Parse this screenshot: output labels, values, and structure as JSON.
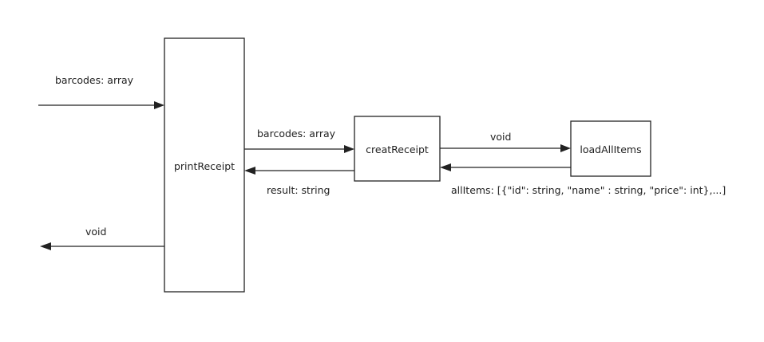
{
  "nodes": {
    "print_receipt": "printReceipt",
    "creat_receipt": "creatReceipt",
    "load_all_items": "loadAllItems"
  },
  "edges": {
    "input_barcodes": "barcodes: array",
    "output_void": "void",
    "to_creat_receipt": "barcodes: array",
    "from_creat_receipt": "result: string",
    "to_load_all_items": "void",
    "from_load_all_items": "allItems: [{\"id\": string, \"name\" : string, \"price\": int},...]"
  },
  "colors": {
    "stroke": "#222222",
    "background": "#ffffff"
  }
}
